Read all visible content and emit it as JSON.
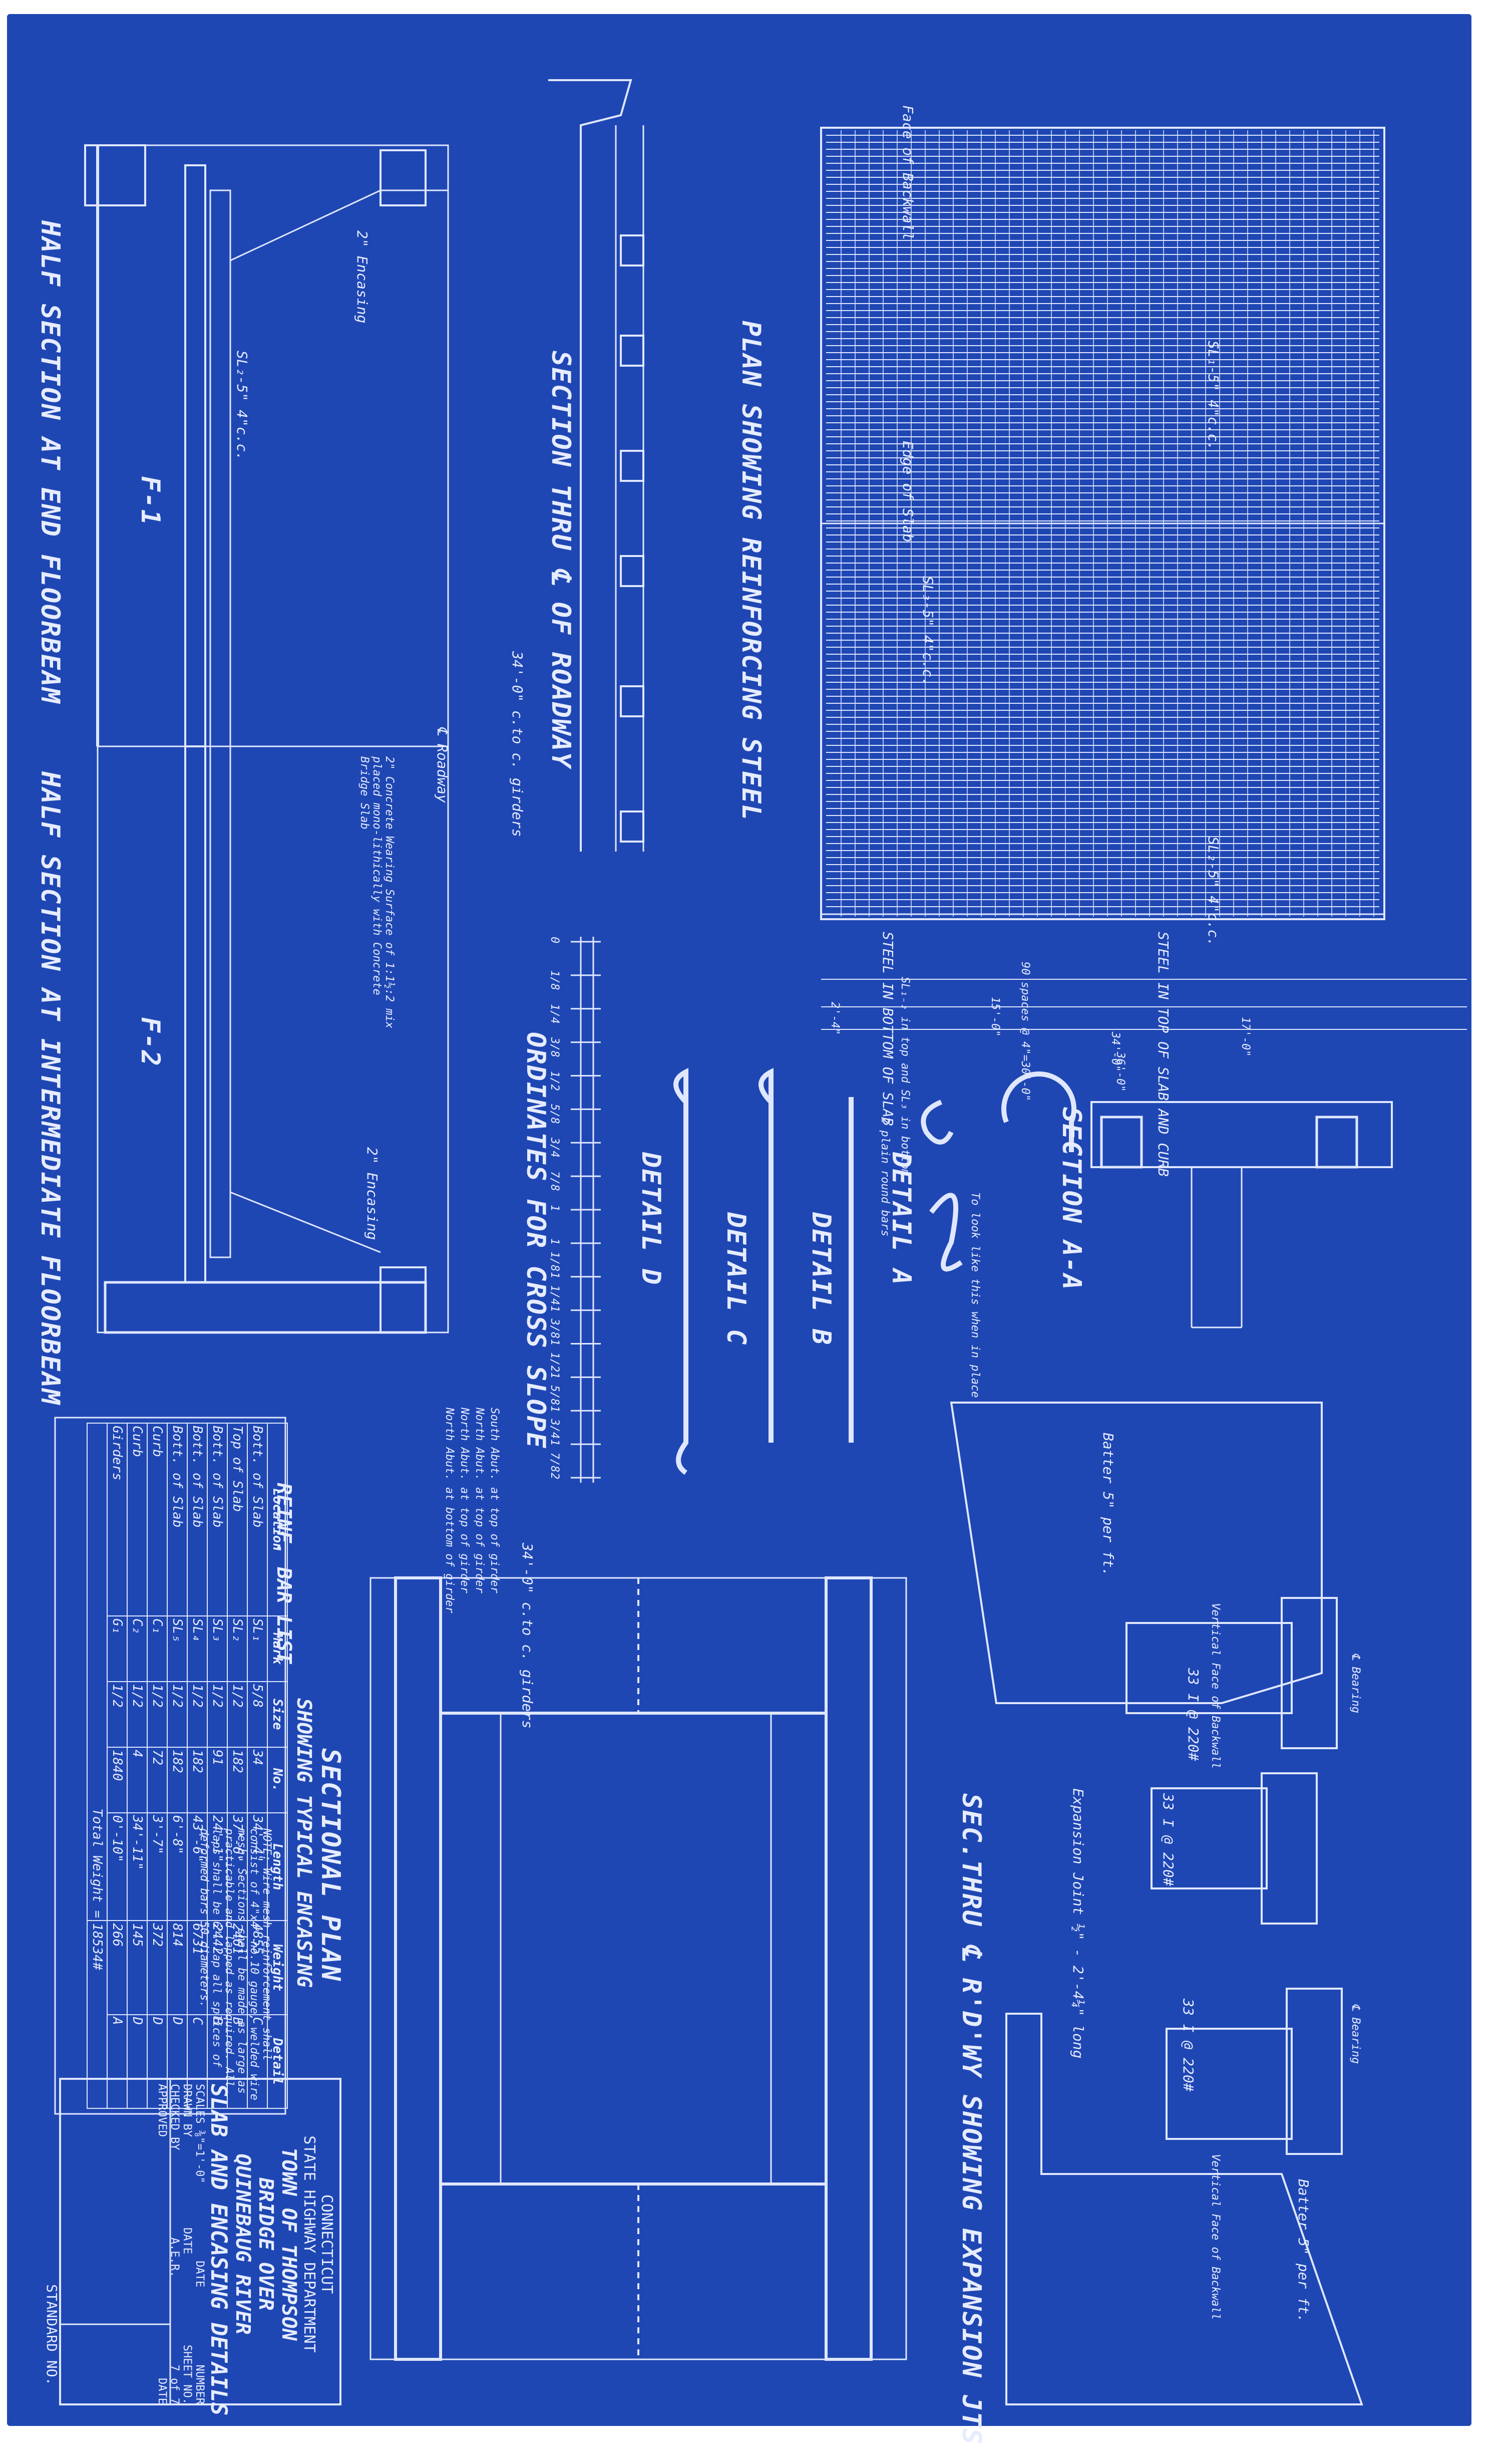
{
  "colors": {
    "paper": "#1f47b3",
    "ink": "#dfe7ff",
    "background": "#ffffff"
  },
  "titles": {
    "half_end": "HALF SECTION AT END FLOORBEAM",
    "half_intermediate": "HALF SECTION AT INTERMEDIATE FLOORBEAM",
    "section_roadway": "SECTION THRU ℄ OF ROADWAY",
    "plan_steel": "PLAN SHOWING REINFORCING STEEL",
    "ordinates": "ORDINATES FOR CROSS SLOPE",
    "detail_a": "DETAIL A",
    "detail_b": "DETAIL B",
    "detail_c": "DETAIL C",
    "detail_d": "DETAIL D",
    "section_aa": "SECTION A-A",
    "sec_expansion": "SEC.THRU ℄ R'D'WY SHOWING EXPANSION JTS",
    "sectional_plan": "SECTIONAL PLAN",
    "sectional_plan_sub": "SHOWING TYPICAL ENCASING",
    "rebar_list": "REINF. BAR LIST"
  },
  "labels": {
    "face_backwall": "Face of Backwall",
    "edge_slab": "Edge of Slab",
    "steel_bottom": "STEEL IN BOTTOM OF SLAB",
    "steel_top": "STEEL IN TOP OF SLAB AND CURB",
    "spaces": "90 spaces @ 4\"=30'-0\"",
    "sl_note": "SL₁₋₂ in top and SL₃ in bottom",
    "dim_15": "15'-0\"",
    "dim_17": "17'-0\"",
    "dim_34": "34'-0\"",
    "dim_36": "36'-0\"",
    "dim_24": "2'-4\"",
    "girders": "34'-0\" c.to c. girders",
    "roadway": "℄ Roadway",
    "encasing": "2\" Encasing",
    "wearing": "2\" Concrete Wearing Surface of 1:1½:2 mix placed mono-lithically with Concrete Bridge Slab",
    "f1": "F-1",
    "f2": "F-2",
    "sl2": "SL₂-5\" 4\"c.c.",
    "sl1": "SL₁-5\" 4\"c.c.",
    "sl3": "SL₃-5\" 4\"c.c.",
    "detail_hook": "2 plain round bars",
    "detail_shape": "To look like this when in place",
    "batter": "Batter 5\" per ft.",
    "vertical_face": "Vertical Face of Backwall",
    "expansion": "Expansion Joint ½\" - 2'-4¼\" long",
    "bearing": "℄ Bearing",
    "girder_33": "33 I @ 220#",
    "note_title": "NOTE:",
    "note_body": "Wire mesh reinforcement shall consist of 4\"x4\" no.10 gauge, welded wire mesh. Sections shall be made as large as practicable and lapped as required. All laps shall be 6\". Lap all splices of deformed bars 50 diameters.",
    "n_abut": "North Abut. at top of girder",
    "s_abut": "South Abut. at top of girder",
    "n_abut_b": "North Abut. at top of girder",
    "n_abut_c": "North Abut. at bottom of girder",
    "standard": "STANDARD NO."
  },
  "ordinates": [
    "0",
    "1/8",
    "1/4",
    "3/8",
    "1/2",
    "5/8",
    "3/4",
    "7/8",
    "1",
    "1 1/8",
    "1 1/4",
    "1 3/8",
    "1 1/2",
    "1 5/8",
    "1 3/4",
    "1 7/8",
    "2"
  ],
  "rebar": {
    "headers": [
      "Location",
      "Mark",
      "Size",
      "No.",
      "Length",
      "Weight",
      "Detail"
    ],
    "rows": [
      [
        "Bott. of Slab",
        "SL₁",
        "5/8",
        "34",
        "34'-4\"",
        "4855",
        "C"
      ],
      [
        "Top of Slab",
        "SL₂",
        "1/2",
        "182",
        "37'-6\"",
        "2461",
        "B"
      ],
      [
        "Bott. of Slab",
        "SL₃",
        "1/2",
        "91",
        "24'-1\"",
        "2442",
        "B"
      ],
      [
        "Bott. of Slab",
        "SL₄",
        "1/2",
        "182",
        "43'-6\"",
        "6731",
        "C"
      ],
      [
        "Bott. of Slab",
        "SL₅",
        "1/2",
        "182",
        "6'-8\"",
        "814",
        "D"
      ],
      [
        "Curb",
        "C₁",
        "1/2",
        "72",
        "3'-7\"",
        "372",
        "D"
      ],
      [
        "Curb",
        "C₂",
        "1/2",
        "4",
        "34'-11\"",
        "145",
        "D"
      ],
      [
        "Girders",
        "G₁",
        "1/2",
        "1840",
        "0'-10\"",
        "266",
        "A"
      ]
    ],
    "total_label": "Total Weight =",
    "total_value": "18534#"
  },
  "title_block": {
    "state": "CONNECTICUT",
    "dept": "STATE HIGHWAY DEPARTMENT",
    "town": "TOWN OF THOMPSON",
    "bridge": "BRIDGE OVER",
    "river": "QUINEBAUG RIVER",
    "sheet_title": "SLAB AND ENCASING DETAILS",
    "scales": "SCALES ⅜\"=1'-0\"",
    "drawn": "DRAWN BY",
    "checked": "CHECKED BY",
    "checked_by": "A.E.R.",
    "approved": "APPROVED",
    "date": "DATE",
    "number": "NUMBER",
    "sheet_no": "SHEET NO.",
    "sheet_of": "7 of 7"
  }
}
